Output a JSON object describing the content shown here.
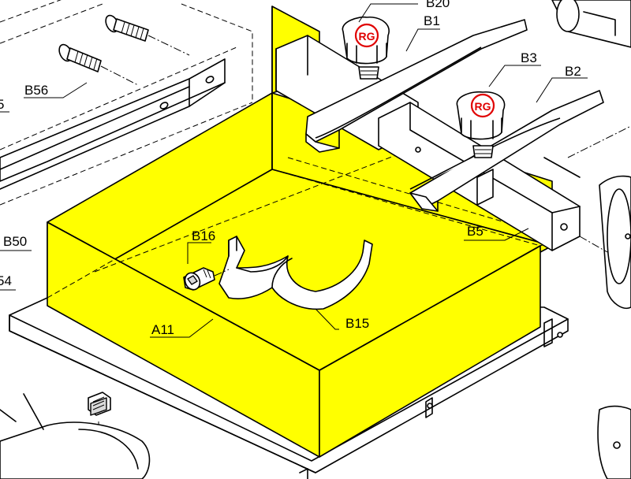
{
  "colors": {
    "highlight": "#ffff00",
    "logo_red": "#e00000",
    "line": "#000000",
    "background": "#ffffff"
  },
  "labels": {
    "b1": "B1",
    "b2": "B2",
    "b3": "B3",
    "b5": "B5",
    "b15": "B15",
    "b16": "B16",
    "b50": "B50",
    "b56": "B56",
    "a11": "A11",
    "partial_top": "B20",
    "partial_left_1": "5",
    "partial_left_2": "54"
  },
  "knob_logo": {
    "lettering": "RG"
  }
}
